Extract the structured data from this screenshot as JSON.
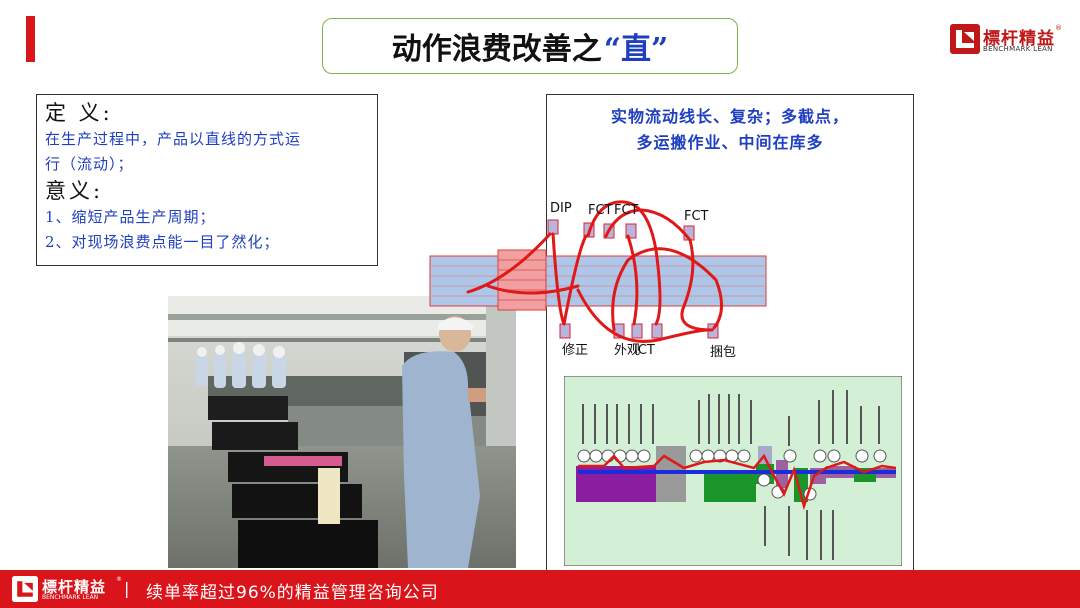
{
  "header": {
    "title_main": "动作浪费改善之",
    "title_highlight": "“直”"
  },
  "brand": {
    "name_cn": "標杆精益",
    "name_en": "BENCHMARK LEAN",
    "registered": "®",
    "accent_color": "#d9141b"
  },
  "definition": {
    "heading": "定 义:",
    "lines": [
      "在生产过程中，产品以直线的方式运",
      "行（流动）；"
    ],
    "meaning_heading": "意义:",
    "meaning_lines": [
      "1、缩短产品生产周期；",
      "2、对现场浪费点能一目了然化；"
    ]
  },
  "diagram": {
    "caption_line1": "实物流动线长、复杂；多截点，",
    "caption_line2": "多运搬作业、中间在库多",
    "labels_top": [
      "DIP",
      "FCT",
      "FCT",
      "FCT"
    ],
    "labels_bottom": [
      "修正",
      "外观",
      "ICT",
      "捆包"
    ]
  },
  "footer": {
    "separator": "|",
    "slogan": "续单率超过96%的精益管理咨询公司"
  }
}
